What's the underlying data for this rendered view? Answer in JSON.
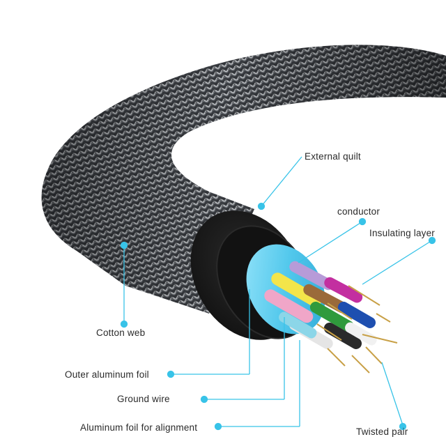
{
  "callouts": {
    "external_quilt": "External quilt",
    "conductor": "conductor",
    "insulating_layer": "Insulating layer",
    "cotton_web": "Cotton web",
    "outer_aluminum_foil": "Outer aluminum foil",
    "ground_wire": "Ground wire",
    "aluminum_foil_alignment": "Aluminum foil for alignment",
    "twisted_pair": "Twisted pair"
  },
  "colors": {
    "leader_line": "#38c3e8",
    "braid_dark": "#2f3236",
    "braid_light": "#b9bcc0",
    "jacket": "#1c1c1c",
    "foil": "#6fd3f0"
  }
}
